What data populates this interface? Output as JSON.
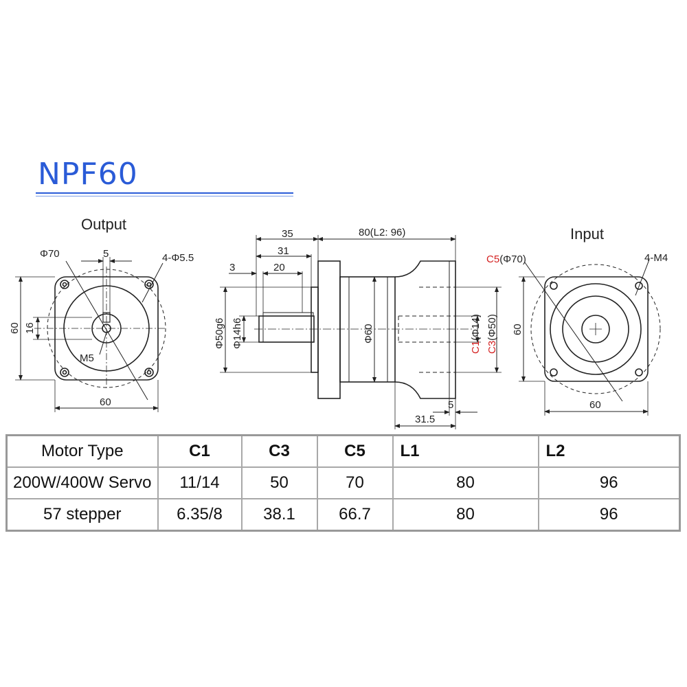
{
  "title": "NPF60",
  "views": {
    "output": {
      "label": "Output",
      "dia_pcd": "Φ70",
      "key_width": "5",
      "holes": "4-Φ5.5",
      "height": "60",
      "shaft_height": "16",
      "thread": "M5",
      "width": "60"
    },
    "side": {
      "dim_35": "35",
      "dim_31": "31",
      "dim_3": "3",
      "dim_20": "20",
      "dim_total": "80(L2: 96)",
      "dia_spigot": "Φ50g6",
      "dia_shaft": "Φ14h6",
      "dia_body": "Φ60",
      "c1_label": "C1",
      "c1_value": "(Φ14)",
      "c3_label": "C3",
      "c3_value": "(Φ50)",
      "dim_5": "5",
      "dim_31_5": "31.5"
    },
    "input": {
      "label": "Input",
      "c5_label": "C5",
      "c5_value": "(Φ70)",
      "holes": "4-M4",
      "height": "60",
      "width": "60"
    }
  },
  "colors": {
    "title": "#2a5bd7",
    "highlight": "#d42020",
    "line": "#222222"
  },
  "table": {
    "headers": [
      "Motor Type",
      "C1",
      "C3",
      "C5",
      "L1",
      "L2"
    ],
    "rows": [
      [
        "200W/400W Servo",
        "11/14",
        "50",
        "70",
        "80",
        "96"
      ],
      [
        "57 stepper",
        "6.35/8",
        "38.1",
        "66.7",
        "80",
        "96"
      ]
    ]
  }
}
